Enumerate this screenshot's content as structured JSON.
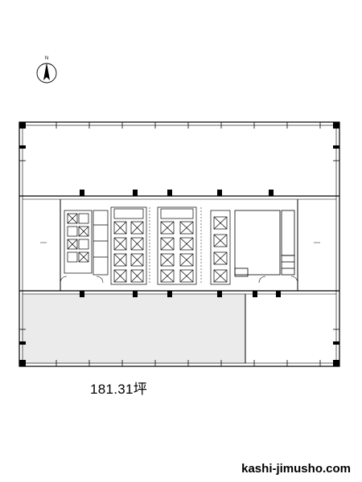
{
  "floor": {
    "area_text": "181.31坪",
    "north_marker": "N"
  },
  "footer": {
    "site_label": "kashi-jimusho.com"
  },
  "colors": {
    "line": "#000000",
    "highlight_fill": "#ebebeb",
    "background": "#ffffff"
  }
}
